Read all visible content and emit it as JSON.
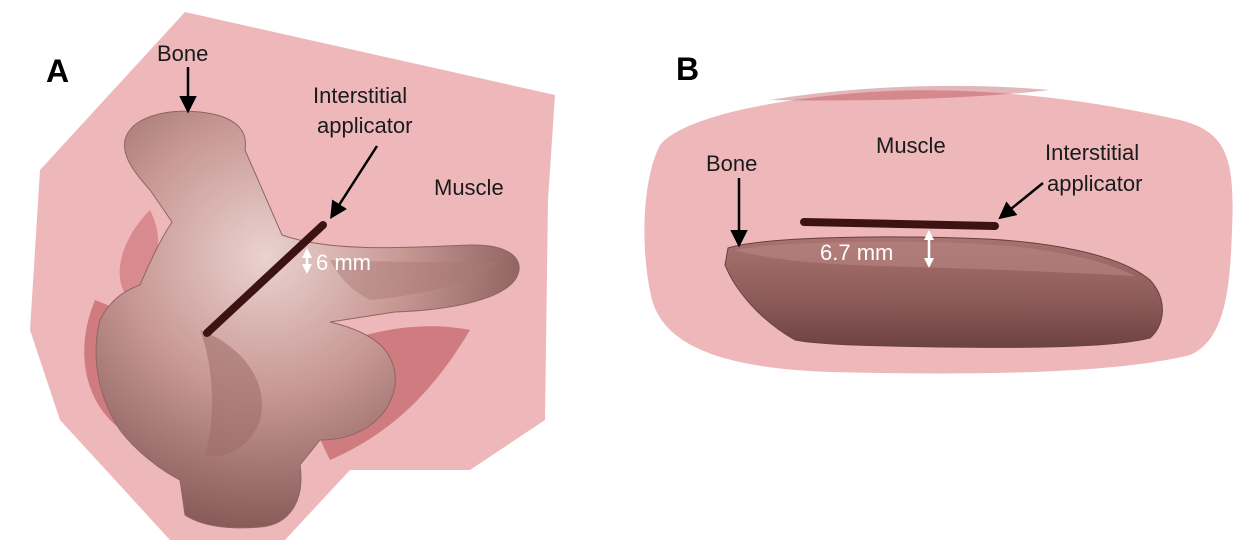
{
  "panels": [
    {
      "letter": "A",
      "labels": {
        "bone": "Bone",
        "applicator_line1": "Interstitial",
        "applicator_line2": "applicator",
        "muscle": "Muscle",
        "distance": "6 mm"
      }
    },
    {
      "letter": "B",
      "labels": {
        "bone": "Bone",
        "muscle": "Muscle",
        "applicator_line1": "Interstitial",
        "applicator_line2": "applicator",
        "distance": "6.7 mm"
      }
    }
  ],
  "colors": {
    "muscle": "#e8a0a4",
    "muscle_fold": "#a83038",
    "bone_a": "#c99a96",
    "bone_b": "#8e5c5a",
    "applicator": "#3d1212",
    "arrow": "#000000",
    "dimension_arrow": "#ffffff"
  }
}
